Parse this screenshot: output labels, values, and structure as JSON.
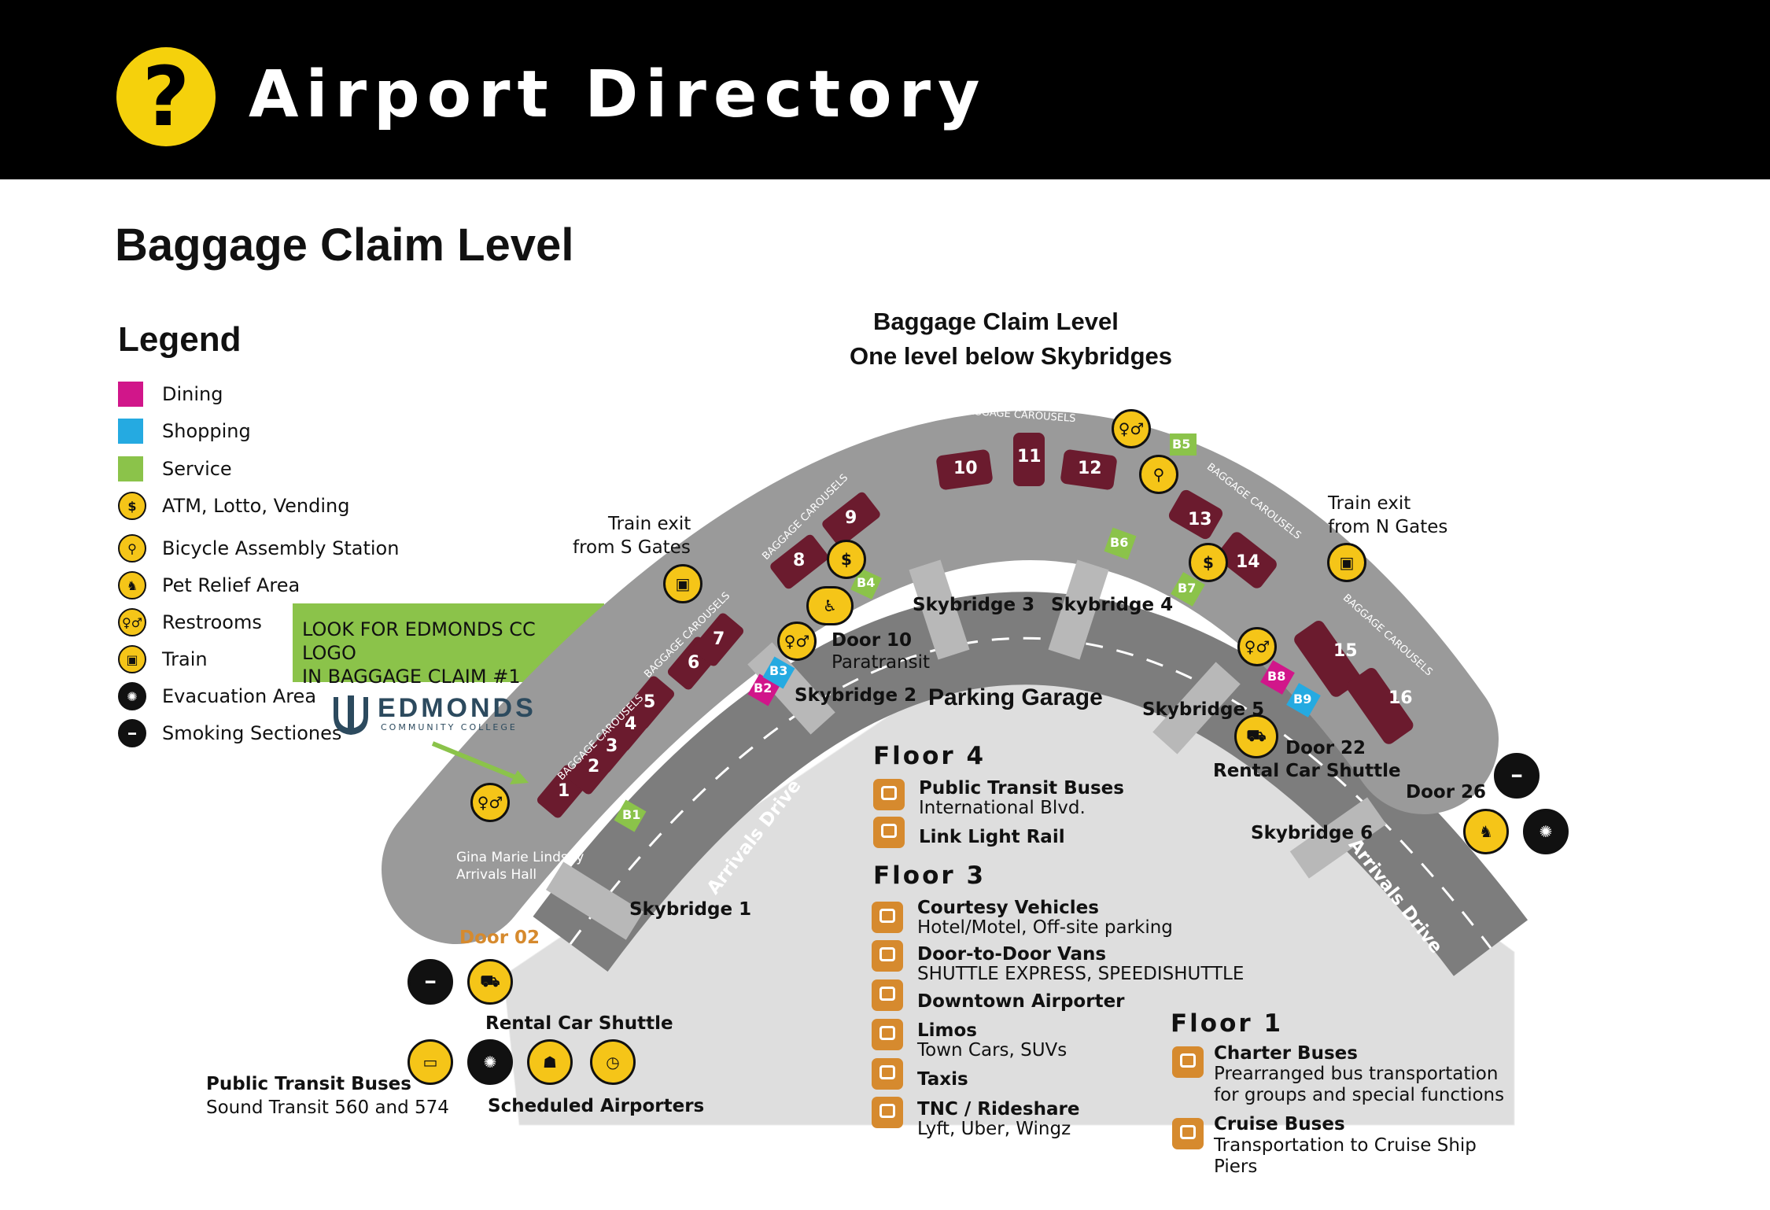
{
  "header": {
    "title": "Airport Directory",
    "badge": "?"
  },
  "page_title": "Baggage Claim Level",
  "legend": {
    "title": "Legend",
    "swatches": [
      {
        "label": "Dining",
        "color": "#d1168a"
      },
      {
        "label": "Shopping",
        "color": "#25aae1"
      },
      {
        "label": "Service",
        "color": "#8bc34a"
      }
    ],
    "icons": [
      {
        "label": "ATM, Lotto, Vending",
        "icon": "atm-icon",
        "glyph": "$"
      },
      {
        "label": "Bicycle Assembly Station",
        "icon": "bicycle-icon",
        "glyph": "⚲"
      },
      {
        "label": "Pet Relief Area",
        "icon": "pet-icon",
        "glyph": "♞"
      },
      {
        "label": "Restrooms",
        "icon": "restroom-icon",
        "glyph": "♀♂"
      },
      {
        "label": "Train",
        "icon": "train-icon",
        "glyph": "▣"
      },
      {
        "label": "Evacuation Area",
        "icon": "evacuation-icon",
        "glyph": "✺"
      },
      {
        "label": "Smoking Sectiones",
        "icon": "smoking-icon",
        "glyph": "━"
      }
    ]
  },
  "callout": {
    "line1": "LOOK FOR EDMONDS CC LOGO",
    "line2": "IN BAGGAGE CLAIM #1"
  },
  "edmonds": {
    "name": "EDMONDS",
    "sub": "COMMUNITY COLLEGE"
  },
  "map": {
    "heading1": "Baggage Claim Level",
    "heading2": "One level below Skybridges",
    "carousel_band": "BAGGAGE CAROUSELS",
    "carousels": [
      "1",
      "2",
      "3",
      "4",
      "5",
      "6",
      "7",
      "8",
      "9",
      "10",
      "11",
      "12",
      "13",
      "14",
      "15",
      "16"
    ],
    "markers": [
      "B1",
      "B2",
      "B3",
      "B4",
      "B5",
      "B6",
      "B7",
      "B8",
      "B9"
    ],
    "skybridges": [
      "Skybridge 1",
      "Skybridge 2",
      "Skybridge 3",
      "Skybridge 4",
      "Skybridge 5",
      "Skybridge 6"
    ],
    "arrivals_drive": "Arrivals Drive",
    "parking_garage": "Parking Garage",
    "arrivals_hall_1": "Gina Marie Lindsey",
    "arrivals_hall_2": "Arrivals Hall",
    "train_s_1": "Train exit",
    "train_s_2": "from S Gates",
    "train_n_1": "Train exit",
    "train_n_2": "from N Gates",
    "door10": "Door 10",
    "paratransit": "Paratransit",
    "door22": "Door 22",
    "rental_shuttle_east": "Rental Car Shuttle",
    "door26": "Door 26",
    "door02": "Door 02",
    "rental_shuttle_west": "Rental Car Shuttle",
    "public_transit_title": "Public Transit Buses",
    "public_transit_sub": "Sound Transit 560 and 574",
    "scheduled_airporters": "Scheduled Airporters"
  },
  "floors": {
    "floor4": {
      "title": "Floor 4",
      "items": [
        {
          "title": "Public Transit Buses",
          "sub": "International Blvd."
        },
        {
          "title": "Link Light Rail",
          "sub": ""
        }
      ]
    },
    "floor3": {
      "title": "Floor 3",
      "items": [
        {
          "title": "Courtesy Vehicles",
          "sub": "Hotel/Motel, Off-site parking"
        },
        {
          "title": "Door-to-Door Vans",
          "sub": "SHUTTLE EXPRESS, SPEEDISHUTTLE"
        },
        {
          "title": "Downtown Airporter",
          "sub": ""
        },
        {
          "title": "Limos",
          "sub": "Town Cars, SUVs"
        },
        {
          "title": "Taxis",
          "sub": ""
        },
        {
          "title": "TNC / Rideshare",
          "sub": "Lyft, Uber, Wingz"
        }
      ]
    },
    "floor1": {
      "title": "Floor 1",
      "items": [
        {
          "title": "Charter Buses",
          "sub1": "Prearranged bus transportation",
          "sub2": "for groups and special functions"
        },
        {
          "title": "Cruise Buses",
          "sub1": "Transportation to Cruise Ship",
          "sub2": "Piers"
        }
      ]
    }
  },
  "colors": {
    "carousel": "#6b1b2e",
    "road": "#8a8a8a",
    "accent_door": "#d68a2e",
    "icon_yellow": "#f5c518"
  }
}
